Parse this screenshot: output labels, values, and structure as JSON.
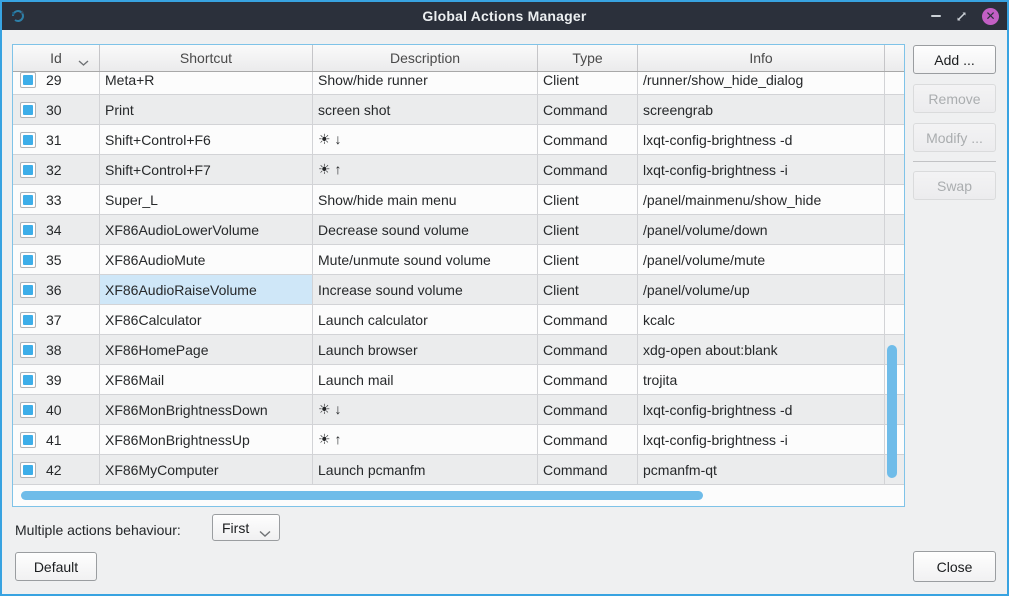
{
  "window": {
    "title": "Global Actions Manager",
    "controls": {
      "minimize": "minimize",
      "maximize": "maximize",
      "close": "close"
    }
  },
  "table": {
    "columns": [
      "Id",
      "Shortcut",
      "Description",
      "Type",
      "Info"
    ],
    "sorted_column": "Id",
    "rows": [
      {
        "checked": true,
        "id": "29",
        "shortcut": "Meta+R",
        "description": "Show/hide runner",
        "type": "Client",
        "info": "/runner/show_hide_dialog",
        "clipped": true
      },
      {
        "checked": true,
        "id": "30",
        "shortcut": "Print",
        "description": "screen shot",
        "type": "Command",
        "info": "screengrab"
      },
      {
        "checked": true,
        "id": "31",
        "shortcut": "Shift+Control+F6",
        "description": "☀ ↓",
        "type": "Command",
        "info": "lxqt-config-brightness -d"
      },
      {
        "checked": true,
        "id": "32",
        "shortcut": "Shift+Control+F7",
        "description": "☀ ↑",
        "type": "Command",
        "info": "lxqt-config-brightness -i"
      },
      {
        "checked": true,
        "id": "33",
        "shortcut": "Super_L",
        "description": "Show/hide main menu",
        "type": "Client",
        "info": "/panel/mainmenu/show_hide"
      },
      {
        "checked": true,
        "id": "34",
        "shortcut": "XF86AudioLowerVolume",
        "description": "Decrease sound volume",
        "type": "Client",
        "info": "/panel/volume/down"
      },
      {
        "checked": true,
        "id": "35",
        "shortcut": "XF86AudioMute",
        "description": "Mute/unmute sound volume",
        "type": "Client",
        "info": "/panel/volume/mute"
      },
      {
        "checked": true,
        "id": "36",
        "shortcut": "XF86AudioRaiseVolume",
        "description": "Increase sound volume",
        "type": "Client",
        "info": "/panel/volume/up",
        "selected_cell": "shortcut"
      },
      {
        "checked": true,
        "id": "37",
        "shortcut": "XF86Calculator",
        "description": "Launch calculator",
        "type": "Command",
        "info": "kcalc"
      },
      {
        "checked": true,
        "id": "38",
        "shortcut": "XF86HomePage",
        "description": "Launch browser",
        "type": "Command",
        "info": "xdg-open about:blank"
      },
      {
        "checked": true,
        "id": "39",
        "shortcut": "XF86Mail",
        "description": "Launch mail",
        "type": "Command",
        "info": "trojita"
      },
      {
        "checked": true,
        "id": "40",
        "shortcut": "XF86MonBrightnessDown",
        "description": "☀ ↓",
        "type": "Command",
        "info": "lxqt-config-brightness -d"
      },
      {
        "checked": true,
        "id": "41",
        "shortcut": "XF86MonBrightnessUp",
        "description": "☀ ↑",
        "type": "Command",
        "info": "lxqt-config-brightness -i"
      },
      {
        "checked": true,
        "id": "42",
        "shortcut": "XF86MyComputer",
        "description": "Launch pcmanfm",
        "type": "Command",
        "info": "pcmanfm-qt"
      }
    ]
  },
  "side_buttons": {
    "add": {
      "label": "Add ...",
      "enabled": true
    },
    "remove": {
      "label": "Remove",
      "enabled": false
    },
    "modify": {
      "label": "Modify ...",
      "enabled": false
    },
    "swap": {
      "label": "Swap",
      "enabled": false
    }
  },
  "bottom": {
    "behaviour_label": "Multiple actions behaviour:",
    "behaviour_value": "First",
    "default_button": "Default",
    "close_button": "Close"
  },
  "colors": {
    "accent_blue": "#3daee9",
    "window_border": "#38a3e1",
    "titlebar_bg": "#2b303b",
    "close_button_bg": "#c25fc4",
    "panel_border": "#7fc3e8",
    "selected_cell_bg": "#cfe7f8",
    "scrollbar_thumb": "#6fbce9",
    "row_alt_bg": "#ebeced",
    "window_bg": "#eff0f1"
  }
}
